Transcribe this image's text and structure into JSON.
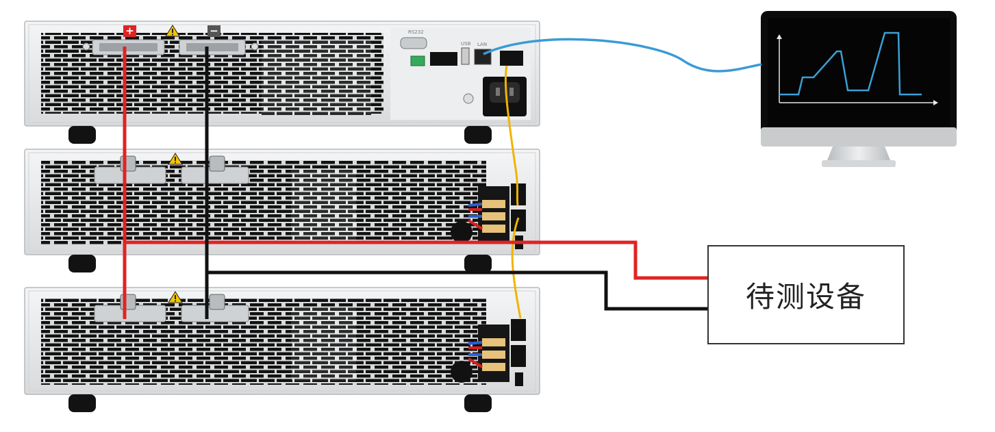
{
  "diagram": {
    "dut_label": "待测设备",
    "positive_terminal_symbol": "+",
    "negative_terminal_symbol": "−",
    "port_labels": {
      "rs232": "RS232",
      "usb": "USB",
      "lan": "LAN"
    },
    "colors": {
      "positive_wire": "#e02424",
      "negative_wire": "#111111",
      "network_cable": "#3a9bd5",
      "sync_cable": "#f0b400",
      "monitor_trace": "#3aa0d8",
      "chassis": "#eceeef",
      "grille": "#1a1a1a"
    },
    "icons": [
      "warning-icon",
      "monitor-icon",
      "power-inlet-icon",
      "screw-icon"
    ]
  }
}
